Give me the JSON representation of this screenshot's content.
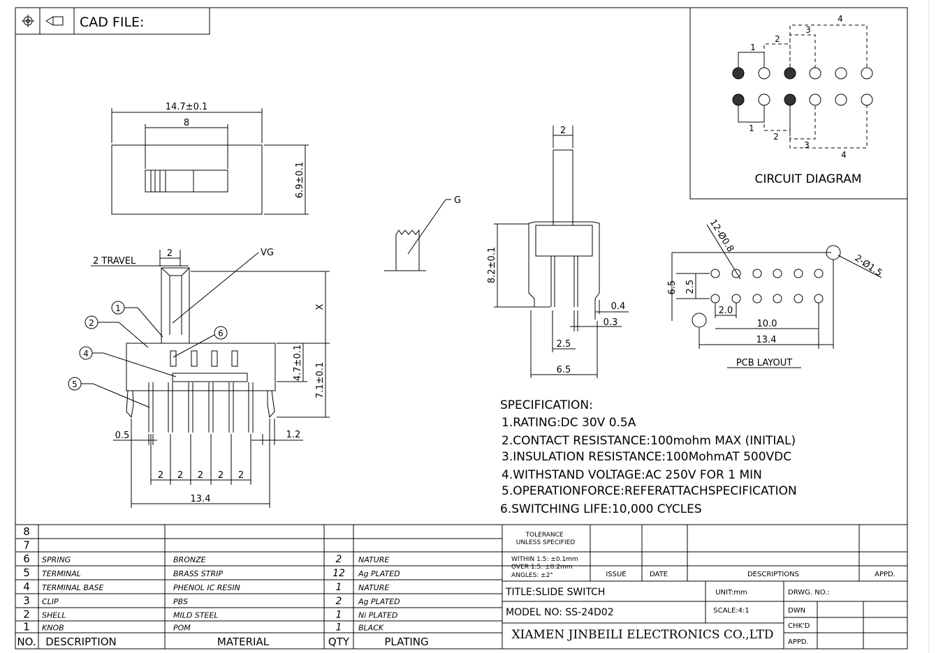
{
  "header": {
    "cad_file_label": "CAD FILE:"
  },
  "top_view": {
    "width_dim": "14.7±0.1",
    "slot_dim": "8",
    "height_dim": "6.9±0.1"
  },
  "front_view": {
    "travel_label": "2 TRAVEL",
    "travel_dim": "2",
    "vg_label": "VG",
    "x_label": "X",
    "callouts": [
      "1",
      "2",
      "4",
      "5",
      "6"
    ],
    "dim_47": "4.7±0.1",
    "dim_71": "7.1±0.1",
    "dim_05": "0.5",
    "dim_12": "1.2",
    "pitch_dims": [
      "2",
      "2",
      "2",
      "2",
      "2"
    ],
    "total_width": "13.4"
  },
  "g_detail": {
    "label": "G"
  },
  "side_view": {
    "top_dim": "2",
    "height_dim": "8.2±0.1",
    "dim_04": "0.4",
    "dim_03": "0.3",
    "dim_25": "2.5",
    "dim_65": "6.5"
  },
  "circuit": {
    "title": "CIRCUIT DIAGRAM",
    "pole_labels": [
      "1",
      "2",
      "3",
      "4"
    ]
  },
  "pcb": {
    "title": "PCB LAYOUT",
    "hole_label": "12-Ø0.8",
    "mount_label": "2-Ø1.5",
    "dim_65": "6.5",
    "dim_25": "2.5",
    "dim_20": "2.0",
    "dim_100": "10.0",
    "dim_134": "13.4"
  },
  "specification": {
    "heading": "SPECIFICATION:",
    "items": [
      "1.RATING:DC  30V  0.5A",
      "2.CONTACT  RESISTANCE:100mohm  MAX  (INITIAL)",
      "3.INSULATION  RESISTANCE:100MohmAT  500VDC",
      "4.WITHSTAND  VOLTAGE:AC  250V  FOR  1  MIN",
      "5.OPERATIONFORCE:REFERATTACHSPECIFICATION",
      "6.SWITCHING  LIFE:10,000  CYCLES"
    ]
  },
  "bom": {
    "rows": [
      {
        "no": "8",
        "desc": "",
        "material": "",
        "qty": "",
        "plating": ""
      },
      {
        "no": "7",
        "desc": "",
        "material": "",
        "qty": "",
        "plating": ""
      },
      {
        "no": "6",
        "desc": "SPRING",
        "material": "BRONZE",
        "qty": "2",
        "plating": "NATURE"
      },
      {
        "no": "5",
        "desc": "TERMINAL",
        "material": "BRASS STRIP",
        "qty": "12",
        "plating": "Ag PLATED"
      },
      {
        "no": "4",
        "desc": "TERMINAL  BASE",
        "material": "PHENOL IC RESIN",
        "qty": "1",
        "plating": "NATURE"
      },
      {
        "no": "3",
        "desc": "CLIP",
        "material": "PBS",
        "qty": "2",
        "plating": "Ag PLATED"
      },
      {
        "no": "2",
        "desc": "SHELL",
        "material": "MILD STEEL",
        "qty": "1",
        "plating": "Ni PLATED"
      },
      {
        "no": "1",
        "desc": "KNOB",
        "material": "POM",
        "qty": "1",
        "plating": "BLACK"
      }
    ],
    "headers": {
      "no": "NO.",
      "desc": "DESCRIPTION",
      "material": "MATERIAL",
      "qty": "QTY",
      "plating": "PLATING"
    }
  },
  "title_block": {
    "tolerance_title": "TOLERANCE\nUNLESS SPECIFIED",
    "tolerance_lines": [
      "WITHIN 1.5: ±0.1mm",
      "OVER 1.5:  ±0.2mm",
      "ANGLES: ±2°"
    ],
    "issue": "ISSUE",
    "date": "DATE",
    "descriptions": "DESCRIPTIONS",
    "appd": "APPD.",
    "title": "TITLE:SLIDE  SWITCH",
    "unit": "UNIT:mm",
    "drwg_no": "DRWG. NO.:",
    "model": "MODEL  NO: SS-24D02",
    "scale": "SCALE:4:1",
    "dwn": "DWN",
    "chkd": "CHK'D",
    "company": "XIAMEN JINBEILI ELECTRONICS CO.,LTD",
    "appd2": "APPD."
  }
}
